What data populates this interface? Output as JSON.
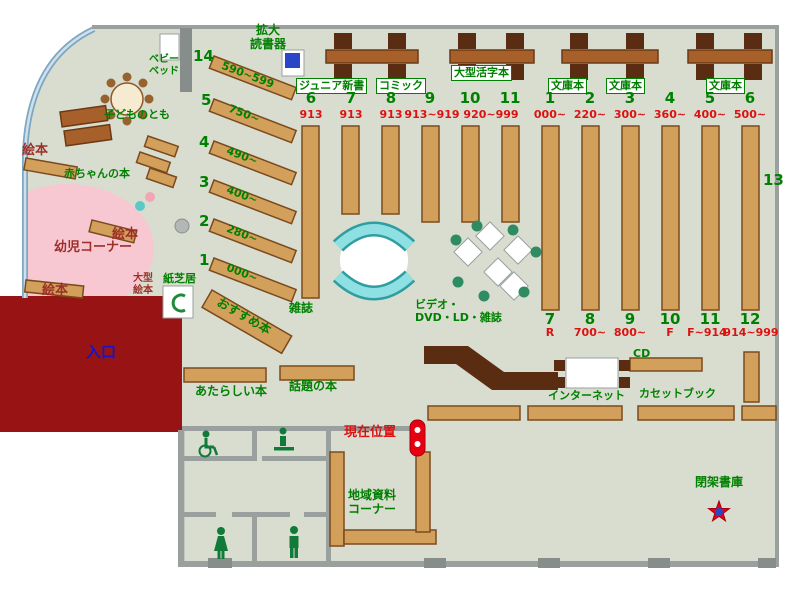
{
  "colors": {
    "floor": "#d9ddd0",
    "entrance_wall": "#981414",
    "shelf": "#d3a05b",
    "green_text": "#008000",
    "red_text": "#dd1111",
    "dark_red_text": "#9c2f28",
    "blue_text": "#1414cc",
    "cyan_display": "#8fe0e2",
    "pink_carpet": "#f8c8d2",
    "location_pin": "#e60012"
  },
  "magnifier_label": "拡大\n読書器",
  "sections": {
    "junior": "ジュニア新書",
    "comic": "コミック",
    "large_print": "大型活字本",
    "bunko_1": "文庫本",
    "bunko_2": "文庫本",
    "bunko_3": "文庫本"
  },
  "stacks": {
    "left": {
      "numbers": [
        "6",
        "7",
        "8",
        "9",
        "10",
        "11"
      ],
      "ranges": [
        "913",
        "913",
        "913",
        "913~919",
        "920~999"
      ]
    },
    "right_top": {
      "numbers": [
        "1",
        "2",
        "3",
        "4",
        "5",
        "6"
      ],
      "ranges": [
        "000~",
        "220~",
        "300~",
        "360~",
        "400~",
        "500~"
      ]
    },
    "right_bottom": {
      "numbers": [
        "7",
        "8",
        "9",
        "10",
        "11",
        "12"
      ],
      "ranges": [
        "R",
        "700~",
        "800~",
        "F",
        "F~914",
        "914~999"
      ]
    },
    "aisle_13": "13"
  },
  "childrens_shelves": {
    "numbers": [
      "14",
      "5",
      "4",
      "3",
      "2",
      "1"
    ],
    "ranges": [
      "590~599",
      "750~",
      "490~",
      "400~",
      "280~",
      "000~"
    ],
    "recommended": "おすすめ本"
  },
  "childrens_area": {
    "baby_bed": "ベビー\nベッド",
    "kodomo_no_tomo": "子どものとも",
    "baby_books": "赤ちゃんの本",
    "picture_books_1": "絵本",
    "picture_books_2": "絵本",
    "picture_books_3": "絵本",
    "toddler_corner": "幼児コーナー",
    "large_picture_books": "大型\n絵本",
    "kamishibai": "紙芝居"
  },
  "entrance": "入口",
  "floor_labels": {
    "magazines": "雑誌",
    "av_corner": "ビデオ・\nDVD・LD・雑誌",
    "new_books": "あたらしい本",
    "topic_books": "話題の本",
    "current_location": "現在位置",
    "local_materials": "地域資料\nコーナー",
    "internet": "インターネット",
    "cd": "CD",
    "cassette_books": "カセットブック",
    "closed_stacks": "閉架書庫"
  }
}
